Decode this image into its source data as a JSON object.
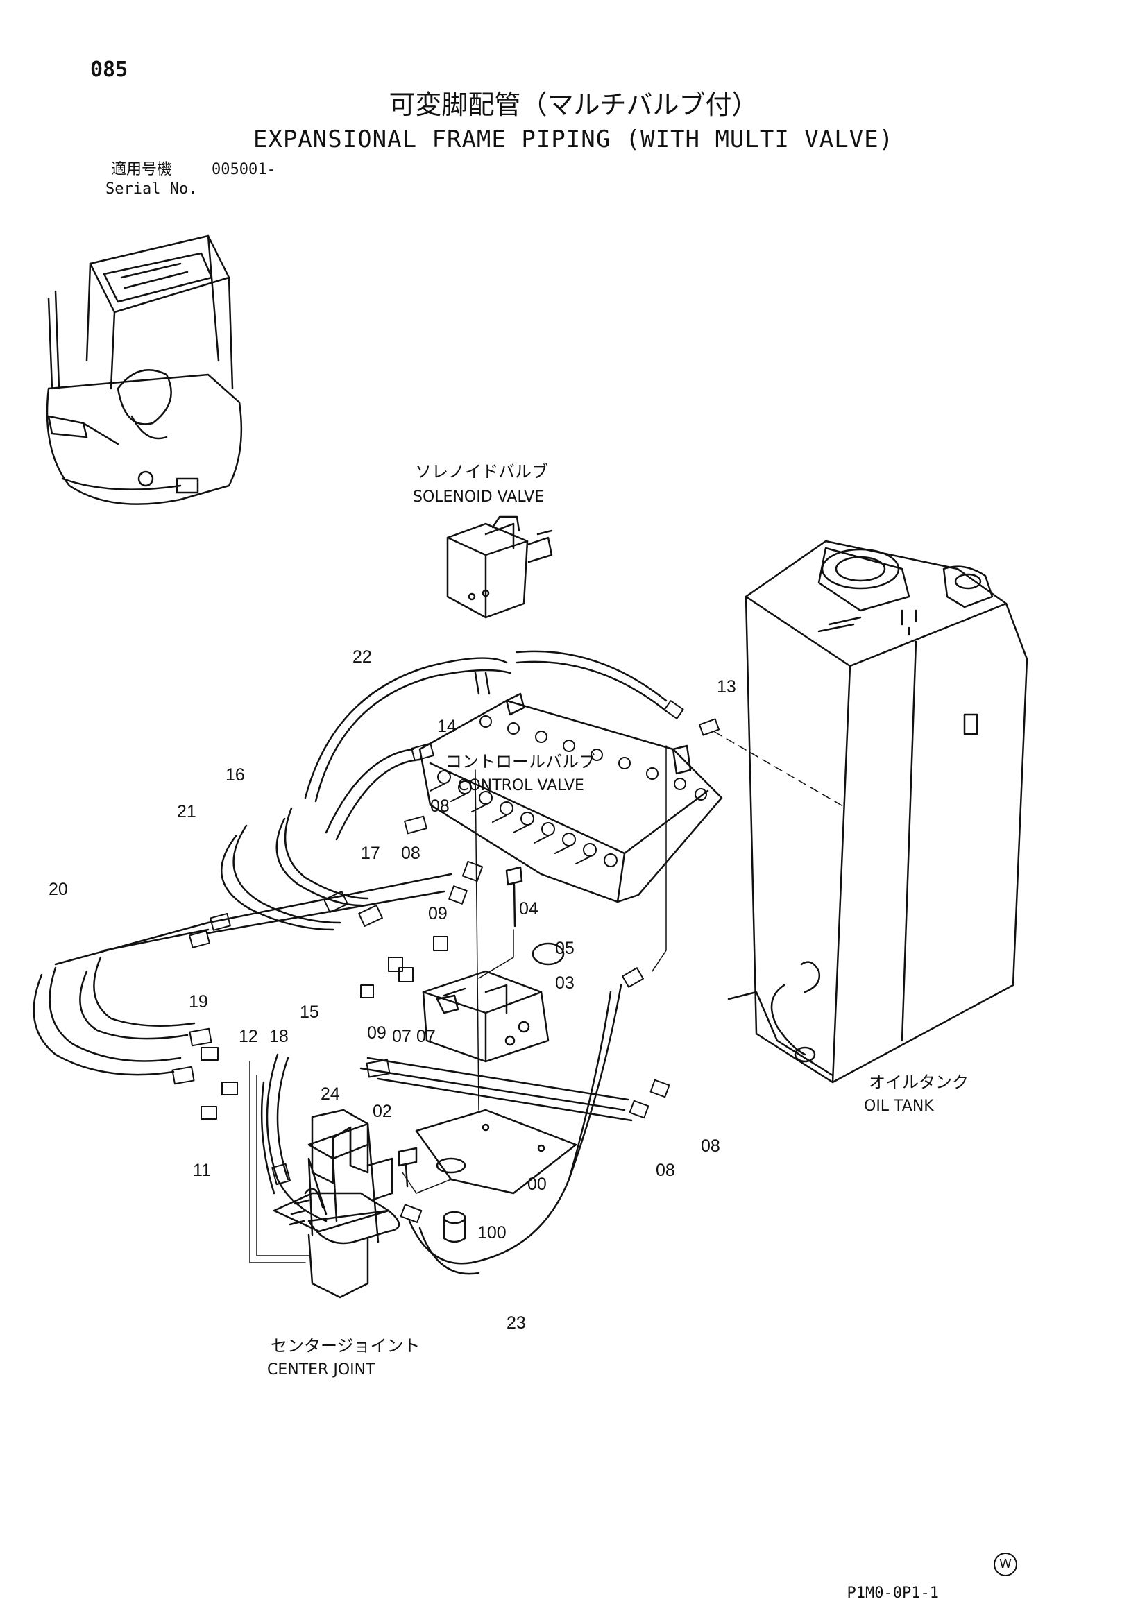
{
  "page_number": "085",
  "title_jp": "可変脚配管（マルチバルブ付）",
  "title_en": "EXPANSIONAL FRAME PIPING (WITH MULTI VALVE)",
  "serial": {
    "label_jp": "適用号機",
    "value": "005001-",
    "label_en": "Serial No."
  },
  "components": {
    "solenoid_valve": {
      "jp": "ソレノイドバルブ",
      "en": "SOLENOID VALVE"
    },
    "control_valve": {
      "jp": "コントロールバルブ",
      "en": "CONTROL VALVE"
    },
    "oil_tank": {
      "jp": "オイルタンク",
      "en": "OIL TANK"
    },
    "center_joint": {
      "jp": "センタージョイント",
      "en": "CENTER JOINT"
    }
  },
  "part_labels": [
    "22",
    "13",
    "14",
    "16",
    "21",
    "17",
    "08",
    "08",
    "04",
    "20",
    "09",
    "05",
    "19",
    "03",
    "12",
    "18",
    "15",
    "09",
    "07",
    "07",
    "24",
    "02",
    "08",
    "11",
    "08",
    "00",
    "100",
    "23"
  ],
  "watermark": "W",
  "drawing_code": "P1M0-0P1-1"
}
